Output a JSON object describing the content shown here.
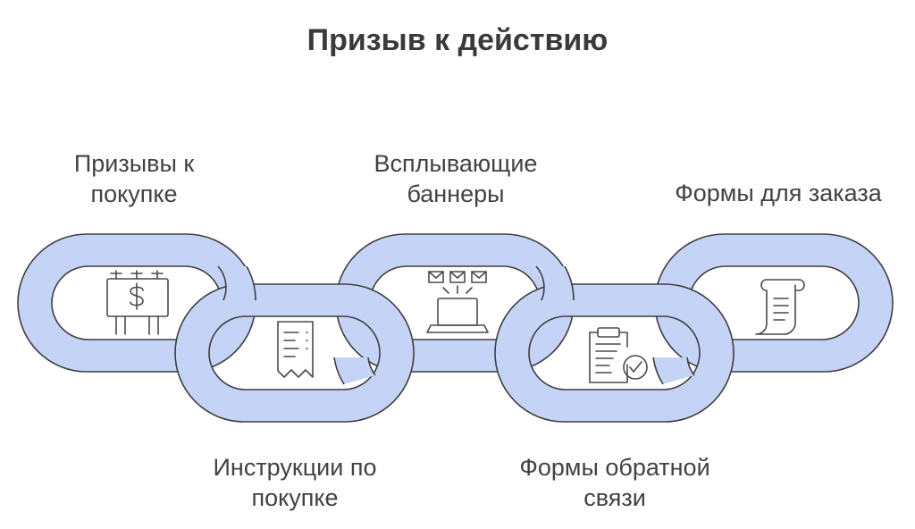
{
  "title": "Призыв к действию",
  "items": [
    {
      "line1": "Призывы к",
      "line2": "покупке",
      "icon": "billboard-dollar-icon"
    },
    {
      "line1": "Инструкции по",
      "line2": "покупке",
      "icon": "receipt-icon"
    },
    {
      "line1": "Всплывающие",
      "line2": "баннеры",
      "icon": "laptop-envelopes-icon"
    },
    {
      "line1": "Формы обратной",
      "line2": "связи",
      "icon": "clipboard-check-icon"
    },
    {
      "line1": "Формы для заказа",
      "line2": "",
      "icon": "scroll-document-icon"
    }
  ],
  "colors": {
    "link_fill": "#c5d3f7",
    "link_stroke": "#3f3f3f",
    "icon_stroke": "#4a4a4a",
    "text": "#424242",
    "title": "#3a3a3a"
  }
}
